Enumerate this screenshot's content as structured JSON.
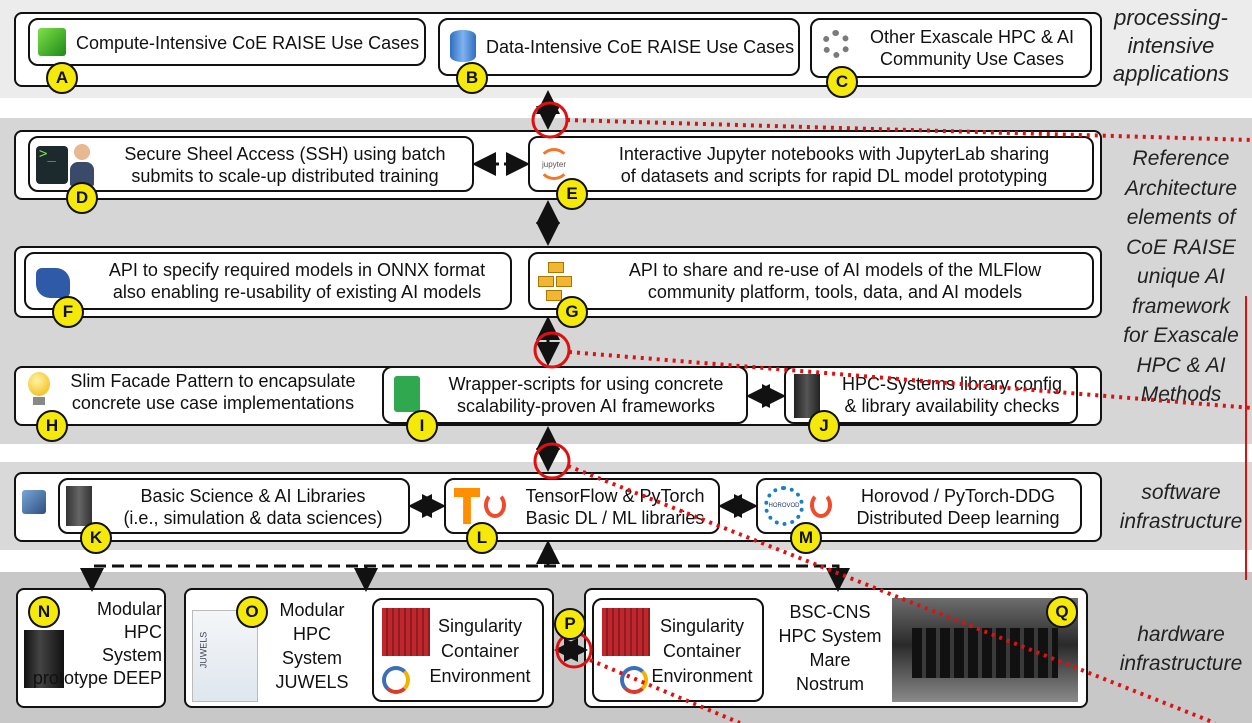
{
  "layers": {
    "applications": "processing-\nintensive\napplications",
    "reference": "Reference\nArchitecture\nelements of\nCoE RAISE\nunique AI\nframework\nfor Exascale\nHPC & AI\nMethods",
    "software": "software\ninfrastructure",
    "hardware": "hardware\ninfrastructure"
  },
  "use_cases": {
    "a": "Compute-Intensive CoE RAISE Use Cases",
    "b": "Data-Intensive CoE RAISE Use Cases",
    "c": "Other Exascale HPC & AI\nCommunity Use Cases"
  },
  "access": {
    "d": "Secure Sheel Access (SSH) using batch\nsubmits to scale-up distributed training",
    "e": "Interactive Jupyter notebooks with JupyterLab sharing\nof datasets and scripts for rapid DL model prototyping",
    "jupyter_logo": "jupyter"
  },
  "apis": {
    "f": "API to specify required models in ONNX format\nalso enabling re-usability of existing AI models",
    "g": "API to share and re-use of AI models of the MLFlow\ncommunity platform, tools, data, and AI models"
  },
  "facade": {
    "h": "Slim Facade Pattern to encapsulate\nconcrete use case implementations",
    "i": "Wrapper-scripts for using concrete\nscalability-proven AI frameworks",
    "j": "HPC-Systems library config\n& library availability checks"
  },
  "software": {
    "k": "Basic Science & AI Libraries\n(i.e., simulation & data sciences)",
    "l": "TensorFlow & PyTorch\nBasic DL / ML libraries",
    "m": "Horovod / PyTorch-DDG\nDistributed Deep learning",
    "horovod_logo": "HOROVOD"
  },
  "hardware": {
    "n": "Modular\nHPC\nSystem\nprototype DEEP",
    "o": "Modular\nHPC\nSystem\nJUWELS",
    "o_container": "Singularity\nContainer\nEnvironment",
    "p_container": "Singularity\nContainer\nEnvironment",
    "q": "BSC-CNS\nHPC System\nMare\nNostrum",
    "juwels_label": "JUWELS"
  },
  "badges": [
    "A",
    "B",
    "C",
    "D",
    "E",
    "F",
    "G",
    "H",
    "I",
    "J",
    "K",
    "L",
    "M",
    "N",
    "O",
    "P",
    "Q"
  ],
  "colors": {
    "band": "#d9d9d9",
    "band_light": "#e6e6e6",
    "badge": "#f5e90a",
    "highlight": "#e01010"
  }
}
